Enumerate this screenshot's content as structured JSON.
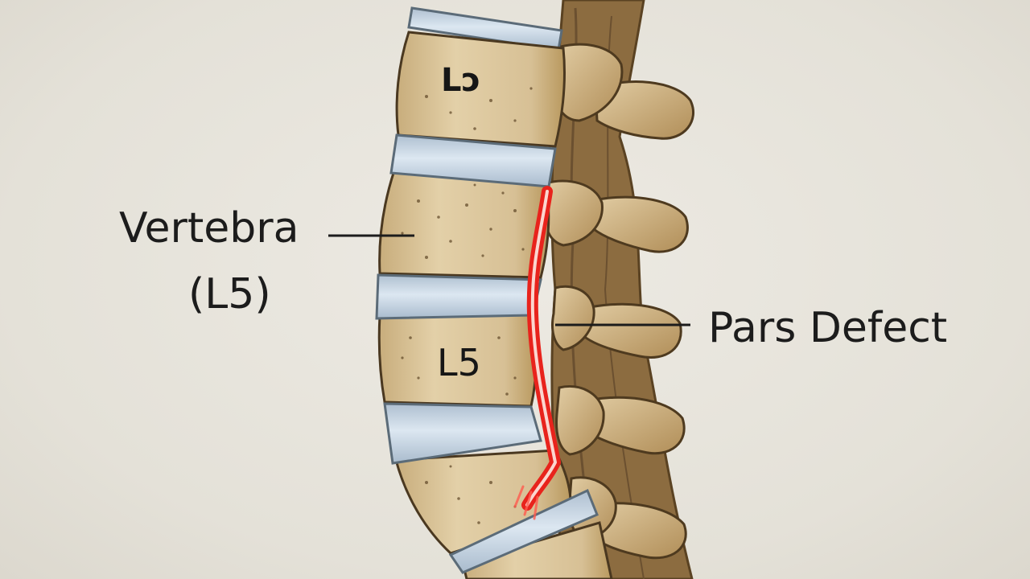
{
  "labels": {
    "vertebra": "Vertebra",
    "vertebra_level": "(L5)",
    "pars_defect": "Pars Defect",
    "upper_body_label": "Lɔ",
    "lower_body_label": "L5"
  },
  "colors": {
    "background": "#e7e4dc",
    "bone": "#d9c39a",
    "bone_dark": "#8a6a3e",
    "disc": "#c9d8e6",
    "defect": "#e8231c",
    "leader_line": "#1c1c1c"
  }
}
